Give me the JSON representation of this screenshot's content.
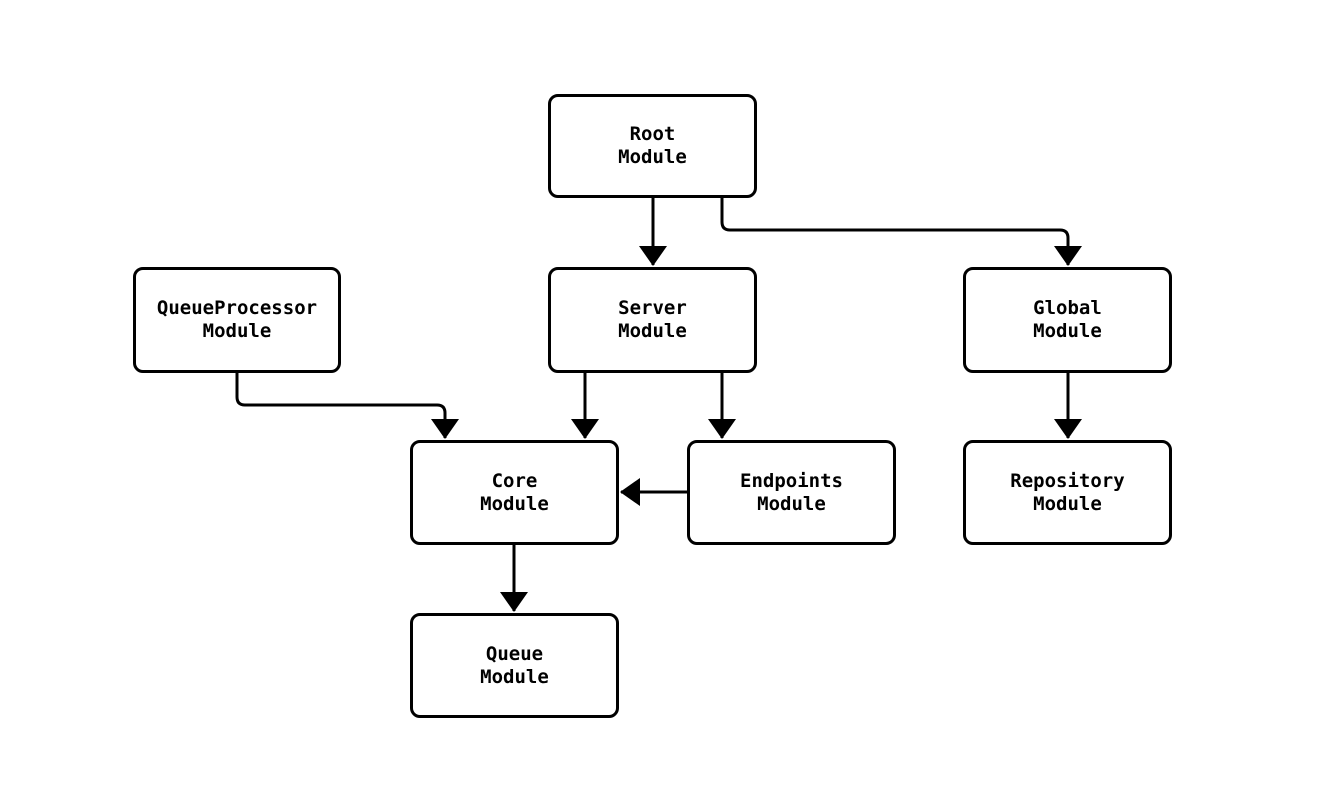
{
  "diagram": {
    "type": "flowchart",
    "colors": {
      "background": "#ffffff",
      "node_fill": "#ffffff",
      "node_border": "#000000",
      "edge": "#000000",
      "text": "#000000"
    },
    "nodes": [
      {
        "id": "root",
        "line1": "Root",
        "line2": "Module"
      },
      {
        "id": "queueprocessor",
        "line1": "QueueProcessor",
        "line2": "Module"
      },
      {
        "id": "server",
        "line1": "Server",
        "line2": "Module"
      },
      {
        "id": "global",
        "line1": "Global",
        "line2": "Module"
      },
      {
        "id": "core",
        "line1": "Core",
        "line2": "Module"
      },
      {
        "id": "endpoints",
        "line1": "Endpoints",
        "line2": "Module"
      },
      {
        "id": "repository",
        "line1": "Repository",
        "line2": "Module"
      },
      {
        "id": "queue",
        "line1": "Queue",
        "line2": "Module"
      }
    ],
    "edges": [
      {
        "from": "Root Module",
        "to": "Server Module"
      },
      {
        "from": "Root Module",
        "to": "Global Module"
      },
      {
        "from": "QueueProcessor Module",
        "to": "Core Module"
      },
      {
        "from": "Server Module",
        "to": "Core Module"
      },
      {
        "from": "Server Module",
        "to": "Endpoints Module"
      },
      {
        "from": "Endpoints Module",
        "to": "Core Module"
      },
      {
        "from": "Global Module",
        "to": "Repository Module"
      },
      {
        "from": "Core Module",
        "to": "Queue Module"
      }
    ]
  }
}
